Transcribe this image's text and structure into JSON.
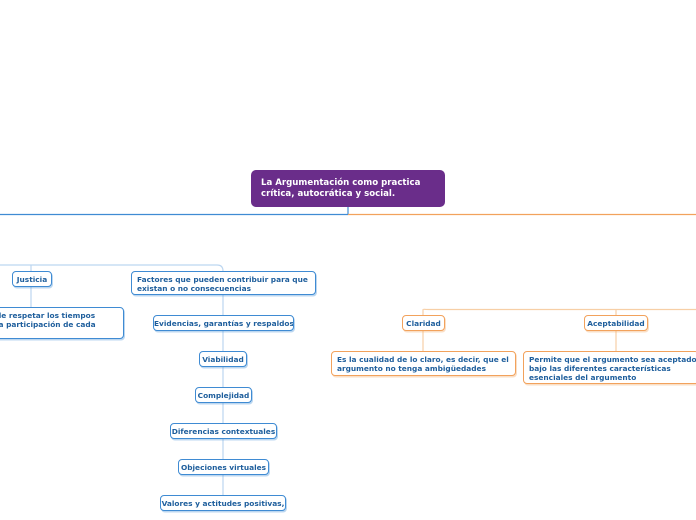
{
  "map": {
    "root": "La Argumentación como practica crítica, autocrática y social.",
    "justicia": {
      "label": "Justicia",
      "detail": [
        "de respetar los tiempos",
        "la participación de cada"
      ]
    },
    "factores": {
      "label": [
        "Factores que pueden contribuir para que",
        "existan o no consecuencias"
      ],
      "children": [
        "Evidencias, garantías y respaldos",
        "Viabilidad",
        "Complejidad",
        "Diferencias contextuales",
        "Objeciones virtuales",
        "Valores y actitudes positivas,"
      ]
    },
    "claridad": {
      "label": "Claridad",
      "detail": [
        "Es la cualidad de lo claro, es decir, que el",
        "argumento no tenga ambigüedades"
      ]
    },
    "aceptabilidad": {
      "label": "Aceptabilidad",
      "detail": [
        "Permite que el argumento sea aceptado",
        "bajo las diferentes características",
        "esenciales del argumento"
      ]
    }
  },
  "colors": {
    "root_fill": "#6a2d8a",
    "blue_branch": "#3f8bd3",
    "orange_branch": "#f2a25c",
    "text": "#1e5e9c"
  }
}
